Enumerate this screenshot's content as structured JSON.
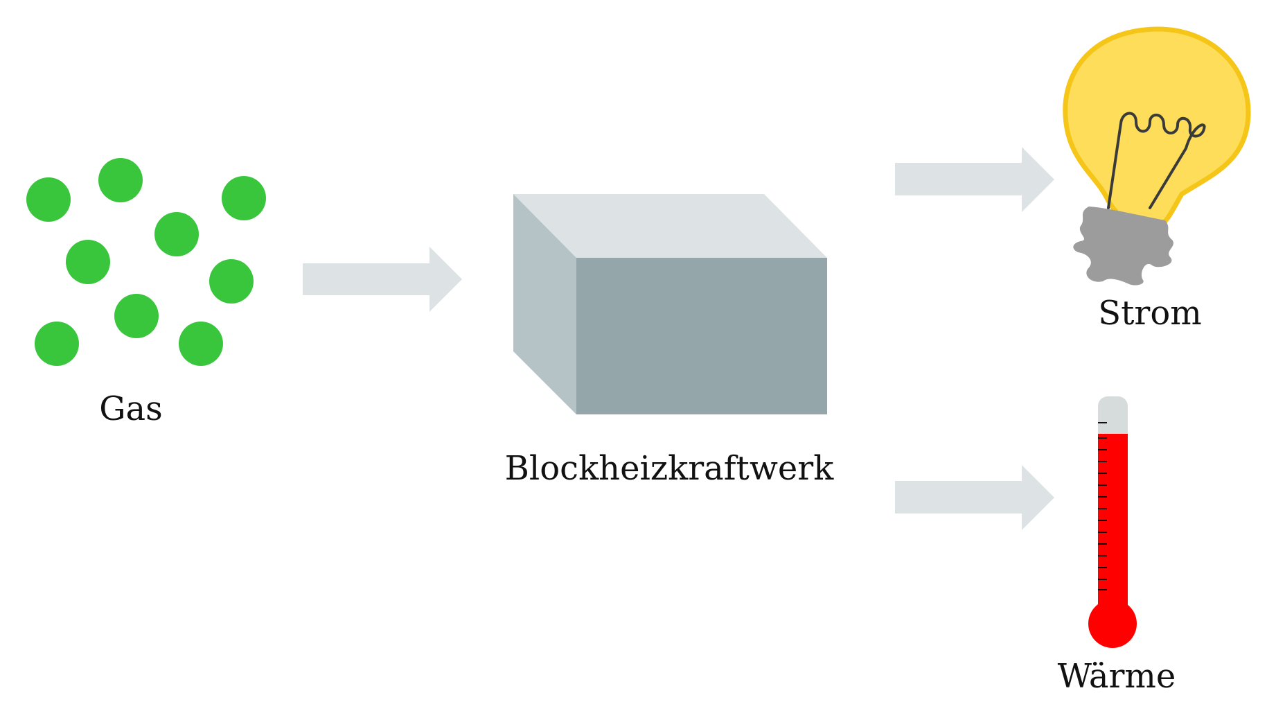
{
  "labels": {
    "gas": "Gas",
    "chp": "Blockheizkraftwerk",
    "electricity": "Strom",
    "heat": "Wärme"
  },
  "colors": {
    "gas_particle": "#39c63c",
    "arrow": "#dde3e4",
    "box_top": "#dde2e4",
    "box_side": "#b6c3c6",
    "box_front": "#94a6aa",
    "bulb_glass": "#fddd5a",
    "bulb_outline": "#f5c518",
    "bulb_base": "#9c9c9c",
    "thermo_liquid": "#ff0000",
    "thermo_tube": "#d6dbdc"
  },
  "icons": {
    "gas": "gas-particles-icon",
    "chp": "chp-box-icon",
    "electricity": "light-bulb-icon",
    "heat": "thermometer-icon"
  }
}
